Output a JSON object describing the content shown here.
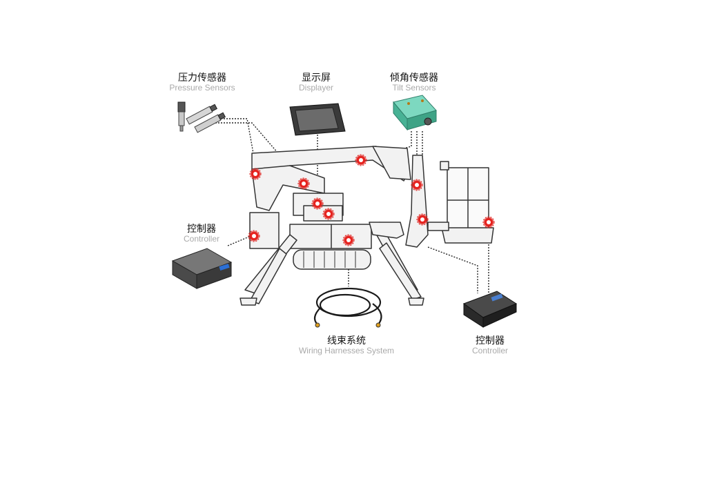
{
  "labels": {
    "pressure": {
      "zh": "压力传感器",
      "en": "Pressure Sensors"
    },
    "display": {
      "zh": "显示屏",
      "en": "Displayer"
    },
    "tilt": {
      "zh": "倾角传感器",
      "en": "Tilt Sensors"
    },
    "controller_left": {
      "zh": "控制器",
      "en": "Controller"
    },
    "harness": {
      "zh": "线束系统",
      "en": "Wiring Harnesses System"
    },
    "controller_right": {
      "zh": "控制器",
      "en": "Controller"
    }
  },
  "colors": {
    "marker": "#e0201c",
    "leader": "#222222",
    "machine_fill": "#f2f2f2",
    "machine_stroke": "#333333",
    "tilt_sensor": "#55c4a6"
  },
  "icons": [
    "pressure-sensor-icon",
    "display-panel-icon",
    "tilt-sensor-icon",
    "controller-box-icon",
    "wiring-harness-icon",
    "ecu-controller-icon"
  ]
}
